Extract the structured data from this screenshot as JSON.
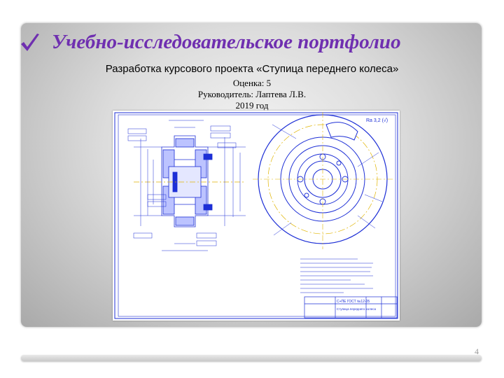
{
  "slide": {
    "title": "Учебно-исследовательское портфолио",
    "project": "Разработка курсового проекта «Ступица переднего колеса»",
    "grade": "Оценка: 5",
    "supervisor": "Руководитель: Лаптева Л.В.",
    "year": "2019 год",
    "page_number": "4"
  },
  "drawing": {
    "roughness": "Ra 3,2 (√)",
    "stamp_designation": "С+ПЕ ГОСТ №12-05",
    "stamp_title": "Ступица переднего колеса"
  },
  "colors": {
    "title": "#6f2fb0",
    "check": "#6f2fb0",
    "drawing_lines": "#1d2fd6",
    "drawing_hatch": "#bcc3ff",
    "centerline": "#e0b400"
  },
  "icons": {
    "title_marker": "checkmark-icon"
  }
}
